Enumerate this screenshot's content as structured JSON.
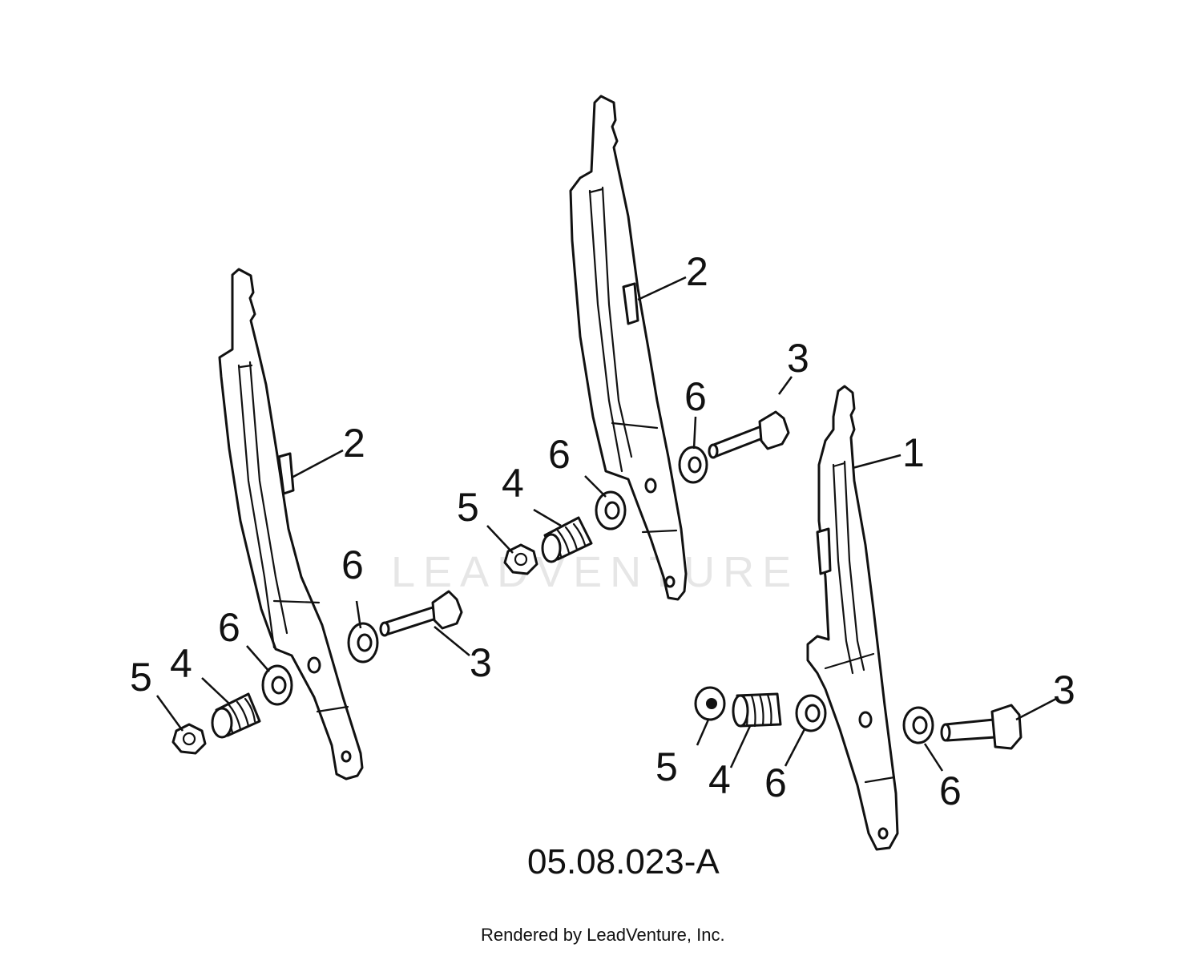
{
  "diagram": {
    "watermark_text": "LEADVENTURE",
    "diagram_id": "05.08.023-A",
    "render_credit": "Rendered by LeadVenture, Inc.",
    "callouts": {
      "a1_bracket": "2",
      "a1_bolt": "3",
      "a1_spring": "4",
      "a1_nut": "5",
      "a1_washer_outer": "6",
      "a1_washer_inner": "6",
      "a2_bracket": "2",
      "a2_bolt": "3",
      "a2_spring": "4",
      "a2_nut": "5",
      "a2_washer_inner": "6",
      "a2_washer_outer": "6",
      "a3_bracket": "1",
      "a3_bolt": "3",
      "a3_spring": "4",
      "a3_nut": "5",
      "a3_washer_inner": "6",
      "a3_washer_outer": "6"
    }
  }
}
